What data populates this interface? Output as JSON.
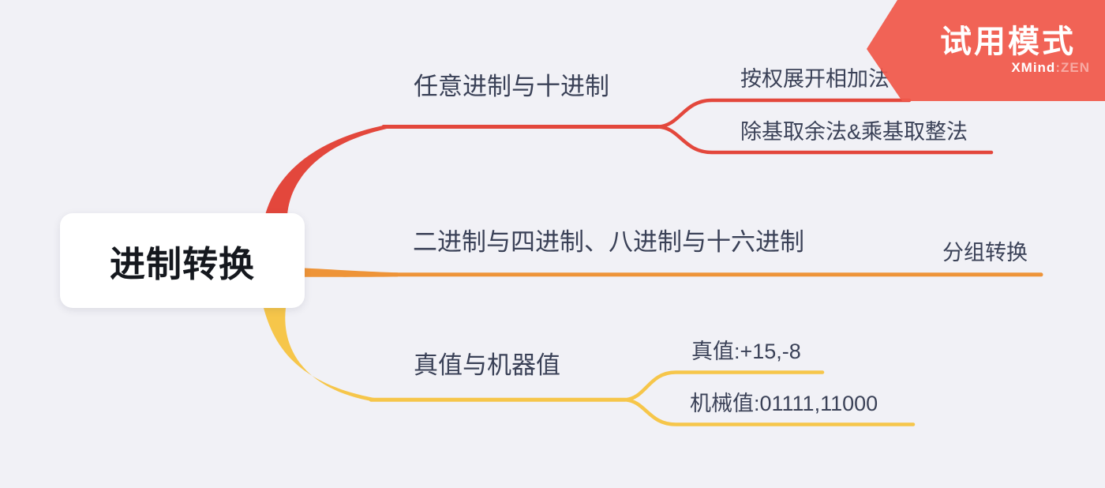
{
  "badge": {
    "title": "试用模式",
    "brand": "XMind",
    "brand_suffix": ":ZEN",
    "color": "#F0594B"
  },
  "root": {
    "label": "进制转换"
  },
  "branches": [
    {
      "label": "任意进制与十进制",
      "color": "#E3473C",
      "children": [
        {
          "label": "按权展开相加法"
        },
        {
          "label": "除基取余法&乘基取整法"
        }
      ]
    },
    {
      "label": "二进制与四进制、八进制与十六进制",
      "color": "#EE9438",
      "children": [
        {
          "label": "分组转换"
        }
      ]
    },
    {
      "label": "真值与机器值",
      "color": "#F6C64A",
      "children": [
        {
          "label": "真值:+15,-8"
        },
        {
          "label": "机械值:01111,11000"
        }
      ]
    }
  ],
  "colors": {
    "canvas_background": "#F1F1F6",
    "topic_text": "#3A4157",
    "root_text": "#15181E",
    "root_background": "#FFFFFF"
  }
}
